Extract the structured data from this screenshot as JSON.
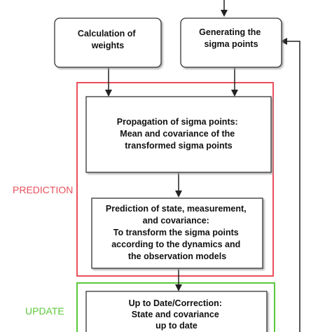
{
  "colors": {
    "prediction": "#e8505b",
    "update": "#5cc83a",
    "arrow": "#222222",
    "box_border": "#333333",
    "box_fill": "#ffffff"
  },
  "nodes": {
    "weights": {
      "lines": [
        "Calculation of",
        "weights"
      ]
    },
    "sigma": {
      "lines": [
        "Generating the",
        "sigma points"
      ]
    },
    "propagation": {
      "lines": [
        "Propagation of sigma points:",
        "Mean and covariance of the",
        "transformed sigma points"
      ]
    },
    "prediction_box": {
      "lines": [
        "Prediction of state, measurement,",
        "and covariance:",
        "To transform the sigma points",
        "according to the dynamics and",
        "the observation models"
      ]
    },
    "update_box": {
      "lines": [
        "Up to Date/Correction:",
        "State and covariance",
        "up to date"
      ]
    }
  },
  "stages": {
    "prediction_label": "PREDICTION",
    "update_label": "UPDATE"
  }
}
